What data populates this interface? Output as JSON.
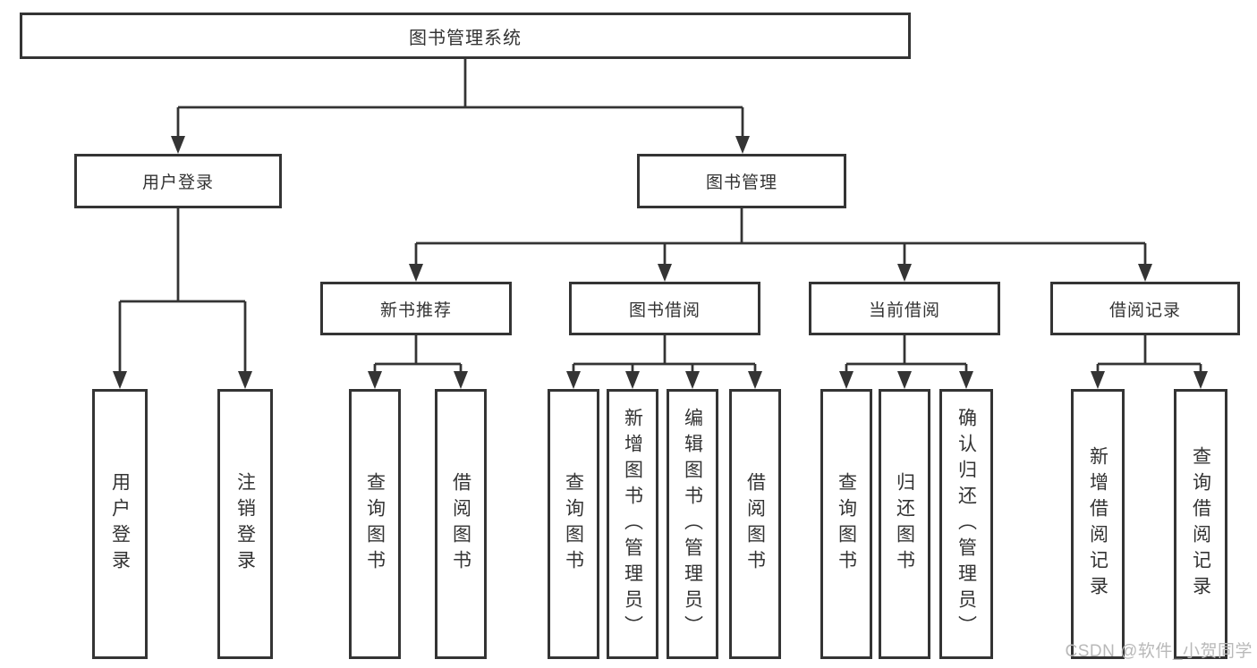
{
  "colors": {
    "line": "#343434",
    "box_border": "#343434",
    "text": "#333333",
    "watermark": "#b9b9b9",
    "background": "#ffffff"
  },
  "tree": {
    "root": {
      "label": "图书管理系统"
    },
    "children": [
      {
        "label": "用户登录",
        "children": [
          {
            "label": "用户登录"
          },
          {
            "label": "注销登录"
          }
        ]
      },
      {
        "label": "图书管理",
        "children": [
          {
            "label": "新书推荐",
            "children": [
              {
                "label": "查询图书"
              },
              {
                "label": "借阅图书"
              }
            ]
          },
          {
            "label": "图书借阅",
            "children": [
              {
                "label": "查询图书"
              },
              {
                "label": "新增图书（管理员）"
              },
              {
                "label": "编辑图书（管理员）"
              },
              {
                "label": "借阅图书"
              }
            ]
          },
          {
            "label": "当前借阅",
            "children": [
              {
                "label": "查询图书"
              },
              {
                "label": "归还图书"
              },
              {
                "label": "确认归还（管理员）"
              }
            ]
          },
          {
            "label": "借阅记录",
            "children": [
              {
                "label": "新增借阅记录"
              },
              {
                "label": "查询借阅记录"
              }
            ]
          }
        ]
      }
    ]
  },
  "watermark": {
    "text": "CSDN @软件_小贺同学"
  }
}
